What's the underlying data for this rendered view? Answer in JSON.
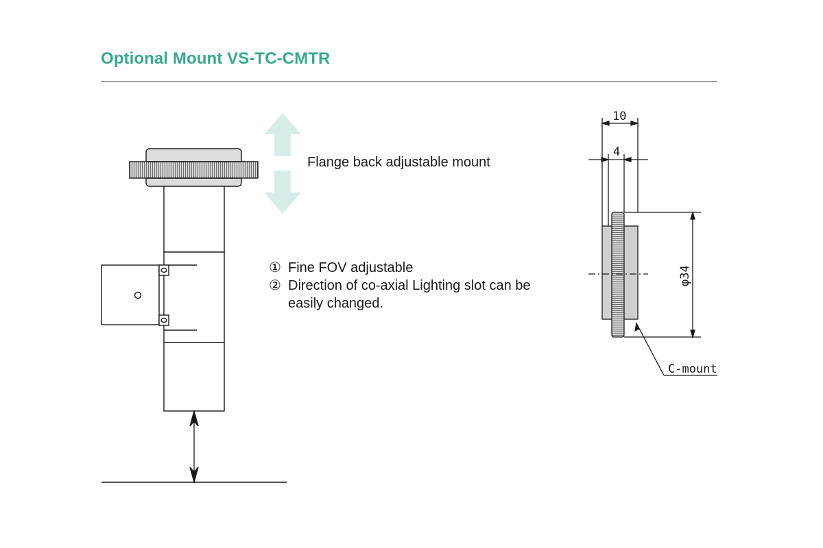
{
  "title": "Optional Mount VS-TC-CMTR",
  "callouts": {
    "flange_back": "Flange back adjustable mount",
    "item1_num": "①",
    "item1": "Fine FOV adjustable",
    "item2_num": "②",
    "item2": "Direction of co-axial Lighting slot can be",
    "item2_cont": "easily  changed."
  },
  "dimensions": {
    "width_total": "10",
    "width_thread": "4",
    "diameter": "φ34",
    "label": "C-mount"
  },
  "colors": {
    "title": "#3aa890",
    "arrow": "#d7ece8",
    "line": "#1a1a1a"
  }
}
